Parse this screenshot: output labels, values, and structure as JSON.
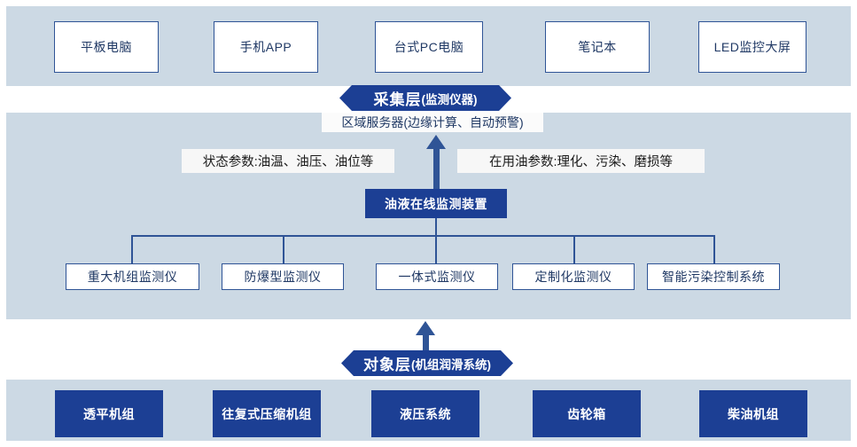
{
  "diagram": {
    "title_layers": {
      "collection": {
        "main": "采集层",
        "sub": "(监测仪器)"
      },
      "object": {
        "main": "对象层",
        "sub": " (机组润滑系统)"
      }
    },
    "top_row": {
      "items": [
        {
          "label": "平板电脑"
        },
        {
          "label": "手机APP"
        },
        {
          "label": "台式PC电脑"
        },
        {
          "label": "笔记本"
        },
        {
          "label": "LED监控大屏"
        }
      ]
    },
    "server": {
      "label": "区域服务器(边缘计算、自动预警)"
    },
    "parameters": {
      "left": "状态参数:油温、油压、油位等",
      "right": "在用油参数:理化、污染、磨损等"
    },
    "device": {
      "label": "油液在线监测装置"
    },
    "monitors": {
      "items": [
        {
          "label": "重大机组监测仪"
        },
        {
          "label": "防爆型监测仪"
        },
        {
          "label": "一体式监测仪"
        },
        {
          "label": "定制化监测仪"
        },
        {
          "label": "智能污染控制系统"
        }
      ]
    },
    "objects": {
      "items": [
        {
          "label": "透平机组"
        },
        {
          "label": "往复式压缩机组"
        },
        {
          "label": "液压系统"
        },
        {
          "label": "齿轮箱"
        },
        {
          "label": "柴油机组"
        }
      ]
    },
    "colors": {
      "band": "#ccd9e4",
      "dark_blue": "#1c3f94",
      "border_blue": "#2f5496",
      "text_blue": "#1f3864",
      "white": "#ffffff"
    }
  }
}
